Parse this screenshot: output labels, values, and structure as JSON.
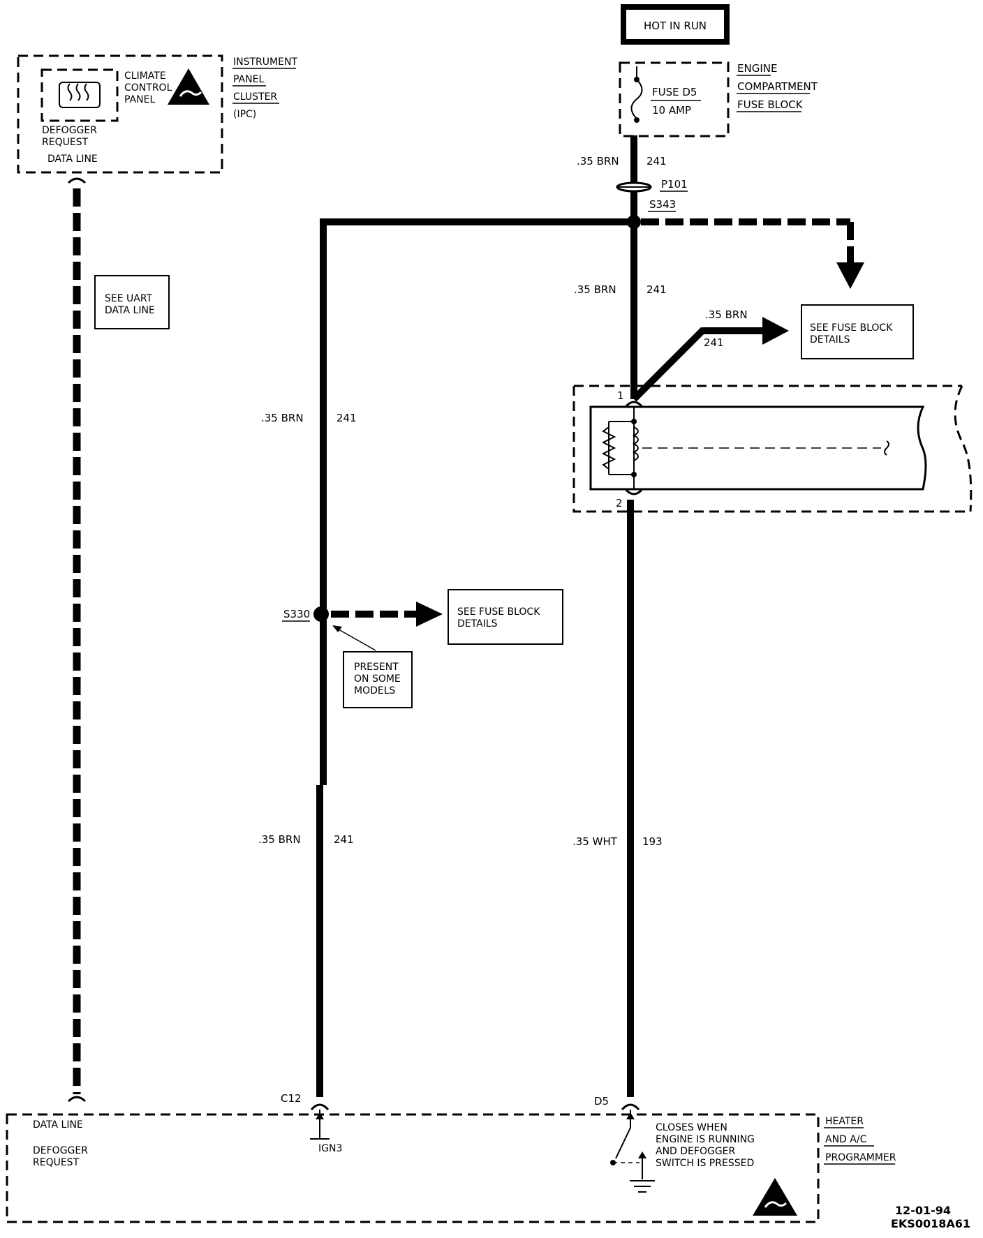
{
  "power": {
    "hot_in_run": "HOT IN RUN"
  },
  "fuse_block": {
    "fuse_name": "FUSE D5",
    "fuse_rating": "10 AMP",
    "label_line1": "ENGINE",
    "label_line2": "COMPARTMENT",
    "label_line3": "FUSE BLOCK"
  },
  "ipc": {
    "panel_line1": "CLIMATE",
    "panel_line2": "CONTROL",
    "panel_line3": "PANEL",
    "defogger_line1": "DEFOGGER",
    "defogger_line2": "REQUEST",
    "data_line": "DATA LINE",
    "label_line1": "INSTRUMENT",
    "label_line2": "PANEL",
    "label_line3": "CLUSTER",
    "label_line4": "(IPC)"
  },
  "refs": {
    "uart_line1": "SEE UART",
    "uart_line2": "DATA LINE",
    "fuse_details_line1": "SEE FUSE BLOCK",
    "fuse_details_line2": "DETAILS",
    "present_line1": "PRESENT",
    "present_line2": "ON SOME",
    "present_line3": "MODELS"
  },
  "wires": {
    "brn_gauge": ".35 BRN",
    "brn_circuit": "241",
    "wht_gauge": ".35 WHT",
    "wht_circuit": "193"
  },
  "connectors": {
    "p101": "P101",
    "s343": "S343",
    "s330": "S330",
    "c12": "C12",
    "d5": "D5",
    "ign3": "IGN3",
    "pin1": "1",
    "pin2": "2"
  },
  "programmer": {
    "data_line": "DATA LINE",
    "defogger_line1": "DEFOGGER",
    "defogger_line2": "REQUEST",
    "switch_line1": "CLOSES WHEN",
    "switch_line2": "ENGINE IS RUNNING",
    "switch_line3": "AND DEFOGGER",
    "switch_line4": "SWITCH IS PRESSED",
    "label_line1": "HEATER",
    "label_line2": "AND A/C",
    "label_line3": "PROGRAMMER"
  },
  "footer": {
    "date": "12-01-94",
    "code": "EKS0018A61"
  },
  "colors": {
    "ink": "#000000",
    "paper": "#ffffff"
  }
}
